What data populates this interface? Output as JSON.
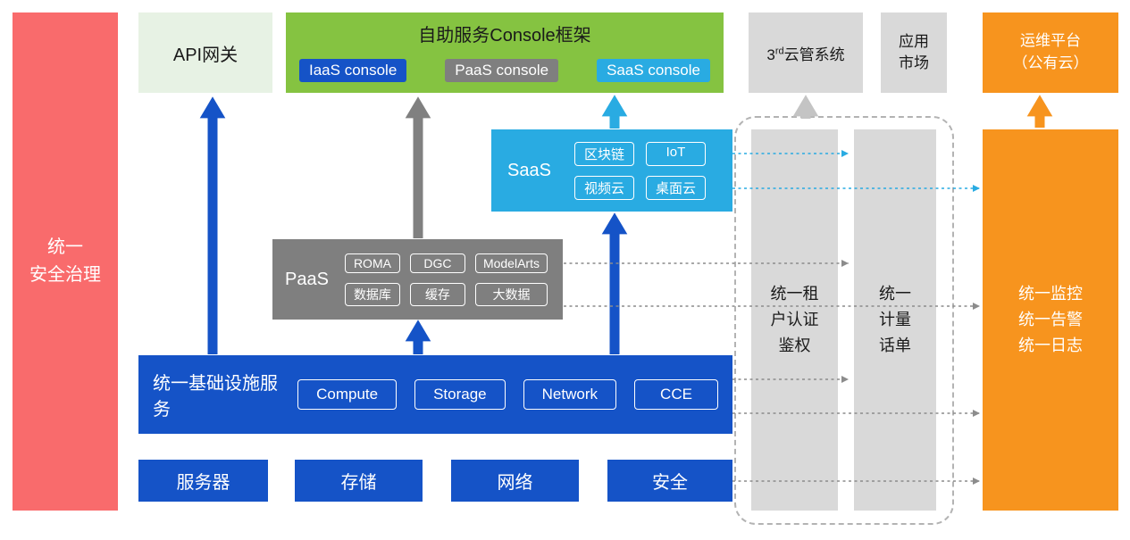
{
  "security_bar": {
    "label": "统一\n安全治理"
  },
  "api_gateway": {
    "label": "API网关"
  },
  "console": {
    "title": "自助服务Console框架",
    "items": [
      {
        "label": "IaaS console"
      },
      {
        "label": "PaaS console"
      },
      {
        "label": "SaaS console"
      }
    ]
  },
  "third_party_cloud": {
    "prefix": "3",
    "superscript": "rd",
    "suffix": "云管系统"
  },
  "app_market": {
    "label": "应用\n市场"
  },
  "ops_platform": {
    "label": "运维平台\n（公有云）"
  },
  "saas": {
    "label": "SaaS",
    "items": [
      "区块链",
      "IoT",
      "视频云",
      "桌面云"
    ]
  },
  "paas": {
    "label": "PaaS",
    "items": [
      "ROMA",
      "DGC",
      "ModelArts",
      "数据库",
      "缓存",
      "大数据"
    ]
  },
  "infrastructure": {
    "label": "统一基础设施服务",
    "items": [
      "Compute",
      "Storage",
      "Network",
      "CCE"
    ]
  },
  "hardware": {
    "items": [
      "服务器",
      "存储",
      "网络",
      "安全"
    ]
  },
  "tenant_auth_bar": {
    "label": "统一租\n户认证\n鉴权"
  },
  "metering_bar": {
    "label": "统一\n计量\n话单"
  },
  "monitoring_bar": {
    "label": "统一监控\n统一告警\n统一日志"
  },
  "colors": {
    "red": "#F96B6C",
    "light_green": "#E7F2E4",
    "green": "#85C341",
    "blue": "#1553C7",
    "gray": "#7F7F7F",
    "light_gray": "#D9D9D9",
    "cyan": "#29ABE2",
    "orange": "#F7941E"
  }
}
